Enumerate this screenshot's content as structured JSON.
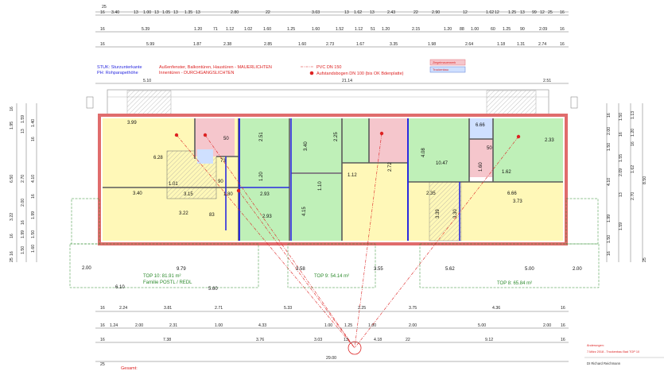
{
  "legend": {
    "stuk": "STUK: Sturzunterkante",
    "ph": "PH: Rohparapethöhe",
    "outer": "Außenfenster, Balkontüren, Haustüren - MAUERLICHTEN",
    "inner": "Innentüren - DURCHGANGSLICHTEN",
    "pvc": "PVC DN 150",
    "bend": "Aufstandsbogen DN 100 (bis OK Bdenplatte)",
    "box_brick": "Ziegelmauerwerk",
    "box_dry": "Trockenbau"
  },
  "top_dims": {
    "row0": [
      "25"
    ],
    "row1": [
      "16",
      "3.40",
      "13",
      "1.00",
      "13",
      "1.05",
      "13",
      "1.35",
      "13",
      "2.80",
      "22",
      "3.03",
      "13",
      "1.62",
      "13",
      "2.43",
      "22",
      "2.90",
      "12",
      "1.62",
      "12",
      "1.25",
      "13",
      "99",
      "12",
      "25",
      "16"
    ],
    "row2": [
      "16",
      "5.39",
      "1.20",
      "71",
      "1.12",
      "1.02",
      "1.60",
      "1.25",
      "1.60",
      "1.52",
      "1.12",
      "51",
      "1.20",
      "2.15",
      "1.20",
      "88",
      "1.00",
      "60",
      "1.25",
      "90",
      "2.09",
      "16"
    ],
    "row3": [
      "16",
      "5.99",
      "1.87",
      "2.38",
      "2.85",
      "1.60",
      "2.73",
      "1.67",
      "3.35",
      "1.98",
      "2.64",
      "1.18",
      "1.31",
      "2.74",
      "16"
    ],
    "row4": [
      "5.10",
      "21.14",
      "2.51"
    ]
  },
  "bottom_dims": {
    "row1": [
      "16",
      "2.24",
      "3.81",
      "2.71",
      "5.33",
      "2.25",
      "3.75",
      "4.36",
      "16"
    ],
    "row2": [
      "16",
      "1.24",
      "2.00",
      "2.31",
      "1.00",
      "4.33",
      "1.00",
      "1.25",
      "1.00",
      "2.00",
      "5.00",
      "2.00",
      "16"
    ],
    "row3": [
      "16",
      "7.38",
      "3.76",
      "3.03",
      "13",
      "4.18",
      "22",
      "9.12",
      "16"
    ],
    "row4": [
      "29.00"
    ],
    "row5": [
      "25"
    ]
  },
  "left_dims": [
    "16",
    "1.95",
    "1.59",
    "13",
    "1.40",
    "16",
    "4.10",
    "6.50",
    "2.70",
    "16",
    "1.99",
    "1.50",
    "2.00",
    "3.22",
    "16",
    "16",
    "1.99",
    "1.50",
    "1.60",
    "16",
    "25"
  ],
  "right_dims": [
    "16",
    "2.00",
    "1.50",
    "1.50",
    "16",
    "1.13",
    "1.20",
    "16",
    "1.55",
    "1.62",
    "2.09",
    "8.50",
    "4.10",
    "13",
    "2.70",
    "1.99",
    "1.59",
    "1.50",
    "16",
    "25"
  ],
  "rooms": {
    "r_399": "3.99",
    "r_628": "6.28",
    "r_340": "3.40",
    "r_322": "3.22",
    "r_101": "1.01",
    "r_315": "3.15",
    "r_180": "1.80",
    "r_835": "83",
    "r_90a": "90",
    "r_73": "73",
    "r_50": "50",
    "r_340b": "3.40",
    "r_251": "2.51",
    "r_225": "2.25",
    "r_120": "1.20",
    "r_293a": "2.93",
    "r_293b": "2.93",
    "r_415": "4.15",
    "r_110": "1.10",
    "r_112": "1.12",
    "r_272": "2.72",
    "r_235": "2.35",
    "r_408": "4.08",
    "r_1047": "10.47",
    "r_666a": "6.66",
    "r_666b": "6.66",
    "r_373": "3.73",
    "r_339": "3.39",
    "r_162": "1.62",
    "r_233": "2.33",
    "r_330": "3.30",
    "r_50b": "50",
    "r_160": "1.60"
  },
  "terraces": {
    "left_title": "TOP 10: 81.91 m²",
    "left_family": "Familie POSTL / REDL",
    "left_num": "9.79",
    "mid_title": "TOP 9: 54.14 m²",
    "right_title": "TOP 8: 65.84 m²",
    "dims_left": [
      "2.00",
      "6.10",
      "5.60"
    ],
    "dims_mid": [
      "3.58",
      "3.55"
    ],
    "dims_right": [
      "5.62",
      "5.00",
      "2.00"
    ]
  },
  "footer": {
    "gesamt": "Gesamt:",
    "changes_head": "Änderungen:",
    "change1": "7.März 2018 - Trockenbau Bad TOP 10",
    "author": "DI Richard Reichmann"
  }
}
